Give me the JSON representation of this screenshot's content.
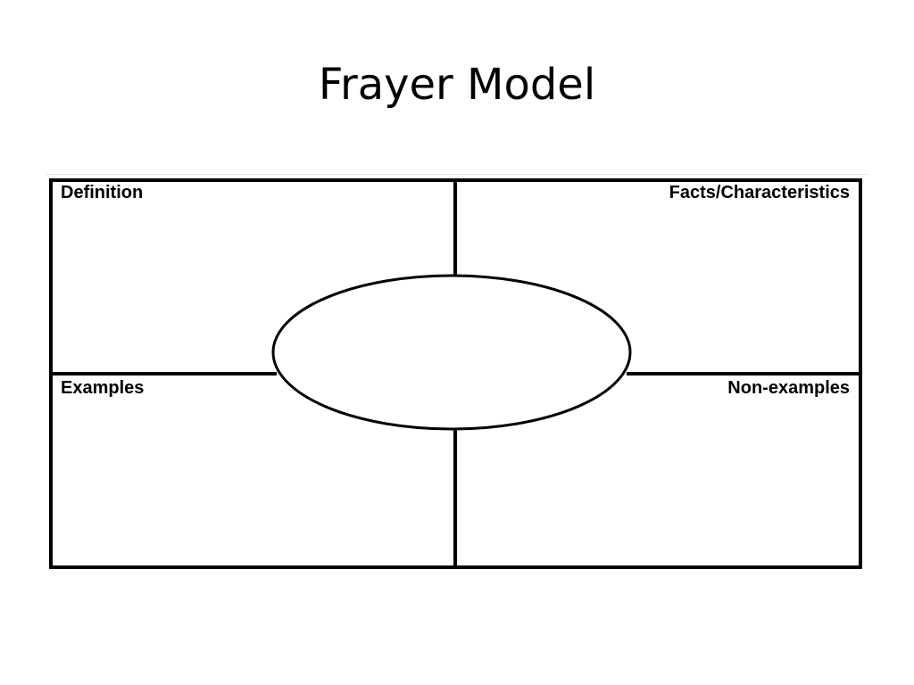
{
  "title": "Frayer Model",
  "quadrants": {
    "top_left": "Definition",
    "top_right": "Facts/Characteristics",
    "bottom_left": "Examples",
    "bottom_right": "Non-examples"
  },
  "colors": {
    "stroke": "#000000",
    "background": "#ffffff"
  }
}
